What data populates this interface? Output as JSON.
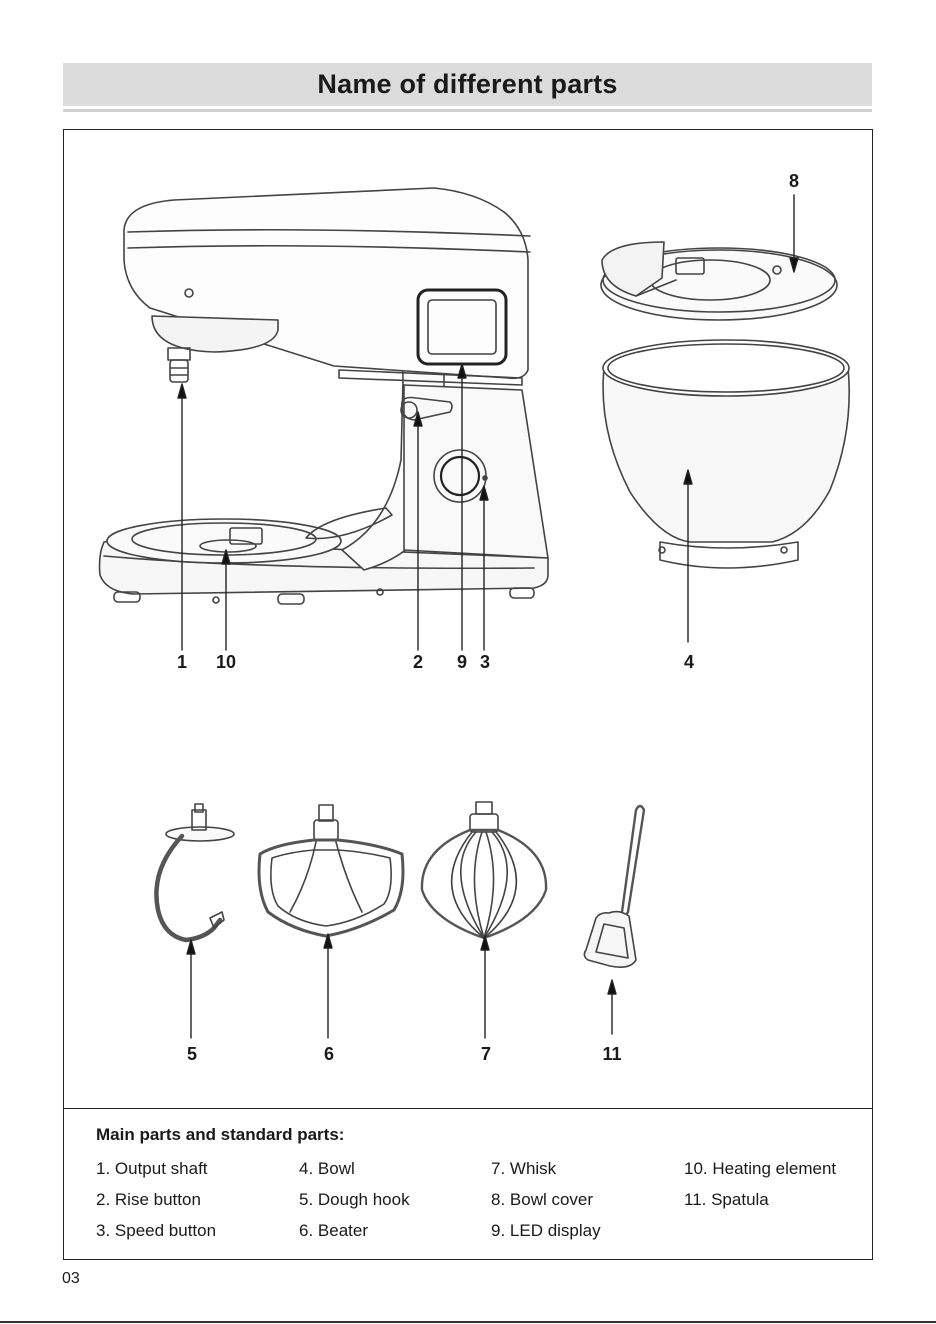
{
  "header": {
    "title": "Name of different parts"
  },
  "callouts": {
    "n1": "1",
    "n2": "2",
    "n3": "3",
    "n4": "4",
    "n5": "5",
    "n6": "6",
    "n7": "7",
    "n8": "8",
    "n9": "9",
    "n10": "10",
    "n11": "11"
  },
  "legend": {
    "heading": "Main parts and standard parts:",
    "items": [
      "1. Output shaft",
      "2. Rise button",
      "3. Speed button",
      "4. Bowl",
      "5. Dough hook",
      "6. Beater",
      "7. Whisk",
      "8. Bowl cover",
      "9. LED display",
      "10. Heating element",
      "11. Spatula"
    ]
  },
  "footer": {
    "page_number": "03"
  }
}
